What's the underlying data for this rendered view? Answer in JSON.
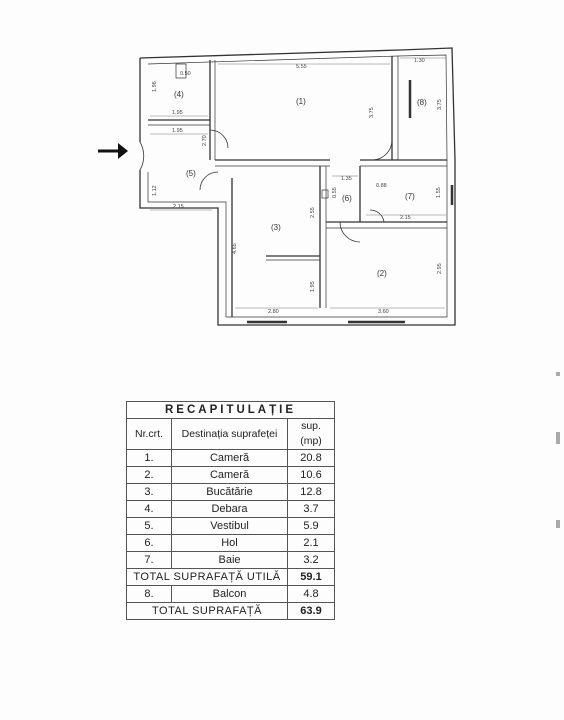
{
  "plan": {
    "entry_arrow": "arrow-right-icon",
    "rooms": [
      "(1)",
      "(2)",
      "(3)",
      "(4)",
      "(5)",
      "(6)",
      "(7)",
      "(8)"
    ],
    "dimensions": {
      "d_5_55": "5.55",
      "d_1_30": "1.30",
      "d_0_50": "0.50",
      "d_1_96": "1.96",
      "d_1_95a": "1.95",
      "d_1_95b": "1.95",
      "d_2_70": "2.70",
      "d_3_75a": "3.75",
      "d_3_75b": "3.75",
      "d_1_12": "1.12",
      "d_2_15a": "2.15",
      "d_1_35": "1.35",
      "d_0_55": "0.55",
      "d_0_88": "0.88",
      "d_1_55": "1.55",
      "d_2_15b": "2.15",
      "d_2_55": "2.55",
      "d_4_65": "4.65",
      "d_1_95c": "1.95",
      "d_2_95": "2.95",
      "d_2_80": "2.80",
      "d_3_60": "3.60"
    }
  },
  "recap": {
    "title": "RECAPITULAȚIE",
    "headers": [
      "Nr.crt.",
      "Destinația suprafeței",
      "sup.(mp)"
    ],
    "rows": [
      {
        "nr": "1.",
        "name": "Cameră",
        "area": "20.8"
      },
      {
        "nr": "2.",
        "name": "Cameră",
        "area": "10.6"
      },
      {
        "nr": "3.",
        "name": "Bucătărie",
        "area": "12.8"
      },
      {
        "nr": "4.",
        "name": "Debara",
        "area": "3.7"
      },
      {
        "nr": "5.",
        "name": "Vestibul",
        "area": "5.9"
      },
      {
        "nr": "6.",
        "name": "Hol",
        "area": "2.1"
      },
      {
        "nr": "7.",
        "name": "Baie",
        "area": "3.2"
      }
    ],
    "useful_total_label": "TOTAL SUPRAFAȚĂ UTILĂ",
    "useful_total_value": "59.1",
    "balcony": {
      "nr": "8.",
      "name": "Balcon",
      "area": "4.8"
    },
    "grand_total_label": "TOTAL SUPRAFAȚĂ",
    "grand_total_value": "63.9"
  }
}
